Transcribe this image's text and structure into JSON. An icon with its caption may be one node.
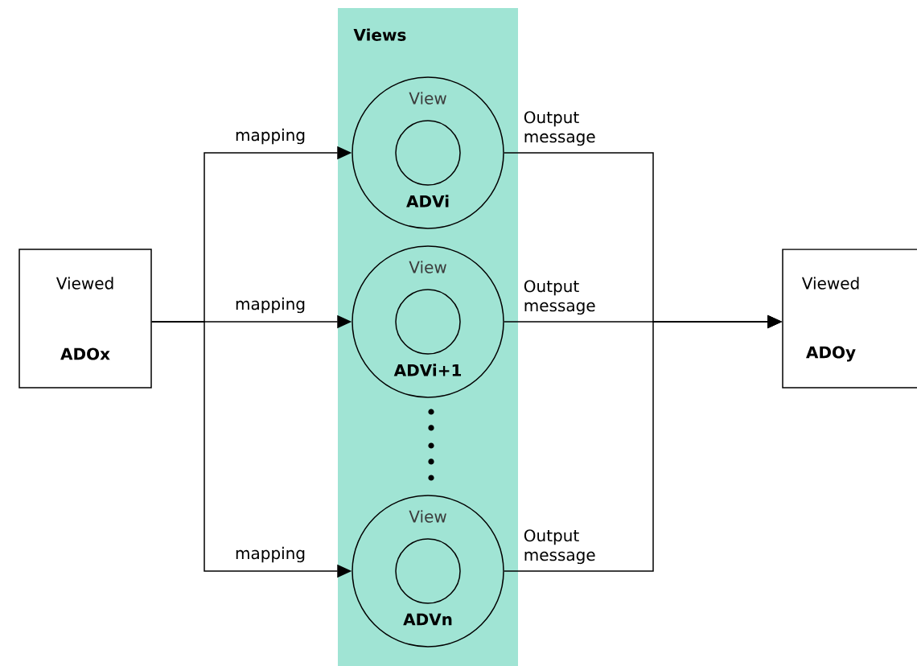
{
  "diagram": {
    "nodes": [
      {
        "text": [
          "Views"
        ]
      },
      {
        "text": [
          "View",
          "ADVi"
        ],
        "in": 0
      },
      {
        "text": [
          "View",
          "ADVi+1"
        ],
        "in": 0
      },
      {
        "text": [
          "View",
          "ADVn"
        ],
        "in": 0
      },
      {
        "text": [
          "Viewed",
          "ADOx"
        ]
      },
      {
        "text": [
          "Viewed",
          "ADOy"
        ]
      }
    ],
    "edges": [
      {
        "from": 4,
        "to": 1,
        "arrow": "to",
        "label": "mapping"
      },
      {
        "from": 4,
        "to": 2,
        "arrow": "to",
        "label": "mapping"
      },
      {
        "from": 4,
        "to": 3,
        "arrow": "to",
        "label": "mapping"
      },
      {
        "from": 1,
        "to": 5,
        "arrow": "to",
        "label": "Output message"
      },
      {
        "from": 2,
        "to": 5,
        "arrow": "to",
        "label": "Output message"
      },
      {
        "from": 3,
        "to": 5,
        "arrow": "to",
        "label": "Output message"
      }
    ]
  }
}
